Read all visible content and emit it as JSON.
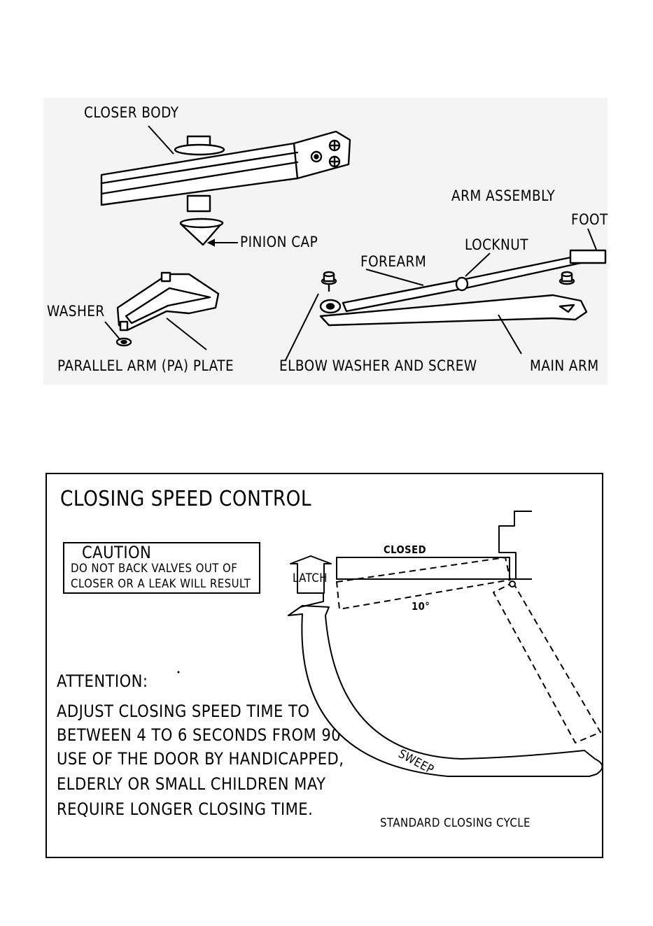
{
  "exploded_view": {
    "labels": {
      "closer_body": "CLOSER BODY",
      "arm_assembly": "ARM ASSEMBLY",
      "foot": "FOOT",
      "locknut": "LOCKNUT",
      "pinion_cap": "PINION CAP",
      "forearm": "FOREARM",
      "washer": "WASHER",
      "pa_plate": "PARALLEL ARM (PA) PLATE",
      "elbow_washer_screw": "ELBOW WASHER AND SCREW",
      "main_arm": "MAIN ARM"
    }
  },
  "closing_speed": {
    "title": "CLOSING SPEED CONTROL",
    "caution": {
      "heading": "CAUTION",
      "line1": "DO NOT BACK VALVES OUT OF",
      "line2": "CLOSER OR A LEAK WILL RESULT"
    },
    "attention": {
      "heading": "ATTENTION:",
      "line1": "ADJUST CLOSING SPEED TIME TO",
      "line2": "BETWEEN 4 TO 6 SECONDS FROM 90°.",
      "line3": "USE OF THE DOOR BY HANDICAPPED,",
      "line4": "ELDERLY OR SMALL CHILDREN MAY",
      "line5": "REQUIRE LONGER CLOSING TIME."
    },
    "diagram": {
      "closed": "CLOSED",
      "latch": "LATCH",
      "angle": "10°",
      "sweep": "SWEEP",
      "caption": "STANDARD CLOSING CYCLE"
    }
  }
}
